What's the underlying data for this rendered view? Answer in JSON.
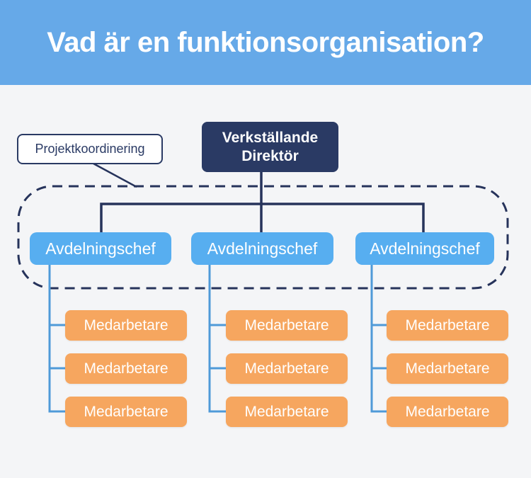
{
  "header": {
    "title": "Vad är en funktionsorganisation?"
  },
  "diagram": {
    "annotation": {
      "label": "Projektkoordinering"
    },
    "root": {
      "label": "Verkställande Direktör"
    },
    "managers": [
      {
        "label": "Avdelningschef"
      },
      {
        "label": "Avdelningschef"
      },
      {
        "label": "Avdelningschef"
      }
    ],
    "columns": [
      [
        "Medarbetare",
        "Medarbetare",
        "Medarbetare"
      ],
      [
        "Medarbetare",
        "Medarbetare",
        "Medarbetare"
      ],
      [
        "Medarbetare",
        "Medarbetare",
        "Medarbetare"
      ]
    ]
  },
  "colors": {
    "banner": "#66a9e8",
    "navy": "#2a3a64",
    "line-navy": "#26335b",
    "box-blue": "#57aef0",
    "line-blue": "#4f9ad8",
    "orange": "#f6a65f",
    "bg": "#f4f5f7",
    "white": "#ffffff"
  }
}
